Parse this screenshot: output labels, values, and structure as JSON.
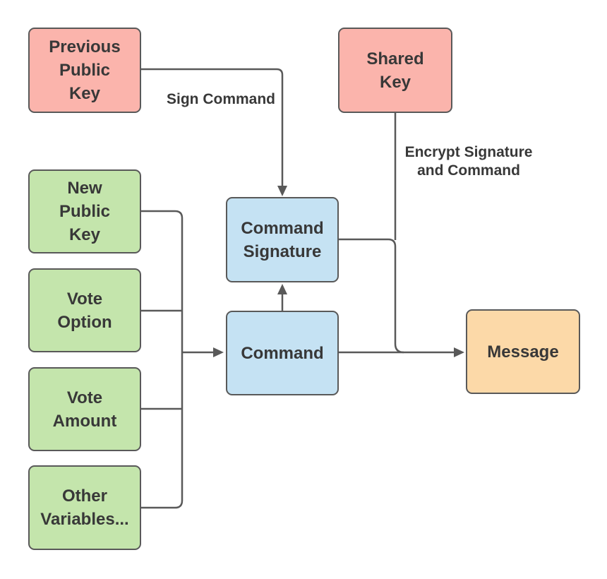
{
  "diagram": {
    "nodes": [
      {
        "id": "previous-public-key",
        "label": "Previous\nPublic\nKey",
        "fill": "#FBB4AC"
      },
      {
        "id": "shared-key",
        "label": "Shared\nKey",
        "fill": "#FBB4AC"
      },
      {
        "id": "new-public-key",
        "label": "New\nPublic\nKey",
        "fill": "#C4E5AC"
      },
      {
        "id": "vote-option",
        "label": "Vote\nOption",
        "fill": "#C4E5AC"
      },
      {
        "id": "vote-amount",
        "label": "Vote\nAmount",
        "fill": "#C4E5AC"
      },
      {
        "id": "other-variables",
        "label": "Other\nVariables...",
        "fill": "#C4E5AC"
      },
      {
        "id": "command-signature",
        "label": "Command\nSignature",
        "fill": "#C5E2F3"
      },
      {
        "id": "command",
        "label": "Command",
        "fill": "#C5E2F3"
      },
      {
        "id": "message",
        "label": "Message",
        "fill": "#FCD9A8"
      }
    ],
    "edges": [
      {
        "from": "previous-public-key",
        "to": "command-signature",
        "label": "Sign Command"
      },
      {
        "from": "shared-key",
        "to": "message",
        "label": "Encrypt Signature\nand Command"
      },
      {
        "from": "new-public-key",
        "to": "command",
        "label": ""
      },
      {
        "from": "vote-option",
        "to": "command",
        "label": ""
      },
      {
        "from": "vote-amount",
        "to": "command",
        "label": ""
      },
      {
        "from": "other-variables",
        "to": "command",
        "label": ""
      },
      {
        "from": "command",
        "to": "command-signature",
        "label": ""
      },
      {
        "from": "command",
        "to": "message",
        "label": ""
      },
      {
        "from": "command-signature",
        "to": "message",
        "label": ""
      }
    ],
    "colors": {
      "red_fill": "#FBB4AC",
      "green_fill": "#C4E5AC",
      "blue_fill": "#C5E2F3",
      "orange_fill": "#FCD9A8",
      "node_border": "#595959",
      "line": "#595959",
      "text": "#383838",
      "background": "#FFFFFF"
    }
  }
}
